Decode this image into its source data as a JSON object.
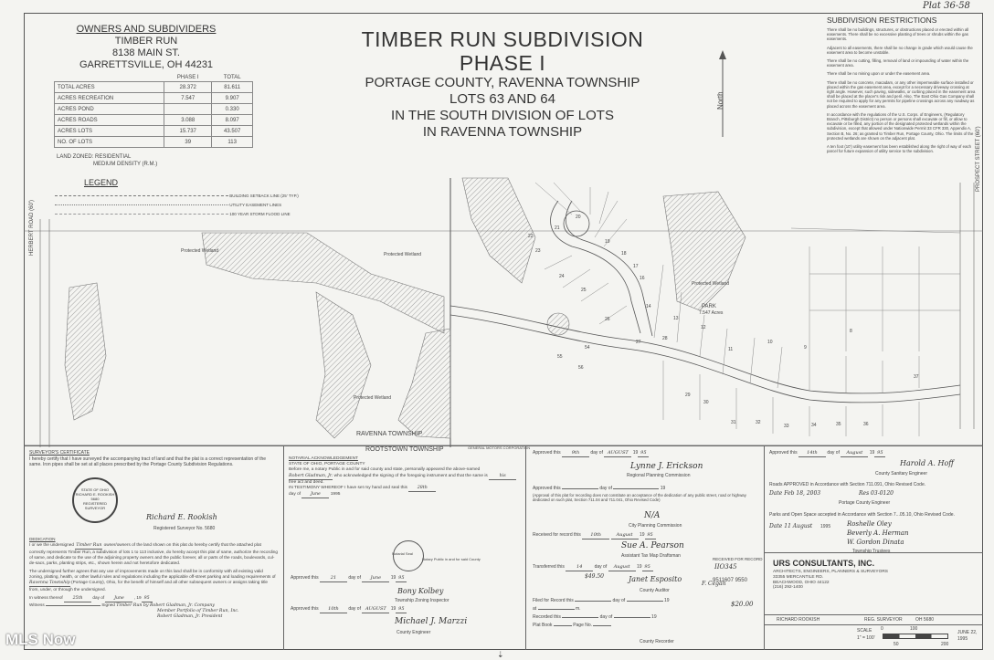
{
  "plat_number": "Plat 36-58",
  "title": {
    "line1": "TIMBER RUN SUBDIVISION",
    "line2": "PHASE I",
    "line3": "PORTAGE COUNTY,  RAVENNA TOWNSHIP",
    "line4": "LOTS 63 AND 64",
    "line5": "IN THE SOUTH DIVISION OF LOTS",
    "line6": "IN RAVENNA TOWNSHIP"
  },
  "owners": {
    "heading": "OWNERS  AND  SUBDIVIDERS",
    "name": "TIMBER RUN",
    "street": "8138 MAIN ST.",
    "city": "GARRETTSVILLE, OH 44231"
  },
  "acreage": {
    "col_phase": "PHASE I",
    "col_total": "TOTAL",
    "rows": [
      {
        "label": "TOTAL ACRES",
        "phase": "28.372",
        "total": "81.611"
      },
      {
        "label": "ACRES RECREATION",
        "phase": "7.547",
        "total": "9.907"
      },
      {
        "label": "ACRES POND",
        "phase": "",
        "total": "0.330"
      },
      {
        "label": "ACRES ROADS",
        "phase": "3.088",
        "total": "8.097"
      },
      {
        "label": "ACRES LOTS",
        "phase": "15.737",
        "total": "43.507"
      },
      {
        "label": "NO. OF LOTS",
        "phase": "39",
        "total": "113"
      }
    ],
    "zoned": "LAND ZONED:  RESIDENTIAL",
    "density": "MEDIUM DENSITY (R.M.)"
  },
  "legend": {
    "heading": "LEGEND",
    "items": [
      "BUILDING SETBACK LINE (25' TYP.)",
      "UTILITY EASEMENT LINES",
      "100 YEAR STORM FLOOD LINE"
    ]
  },
  "restrictions": {
    "heading": "SUBDIVISION  RESTRICTIONS",
    "paragraphs": [
      "There shall be no buildings, structures, or obstructions placed or erected within all easements. There shall be no excessive planting of trees or shrubs within the gas easements.",
      "Adjacent to all easements, there shall be no change in grade which would cause the easement area to become unstable.",
      "There shall be no cutting, filling, removal of land or impounding of water within the easement area.",
      "There shall be no mining upon or under the easement area.",
      "There shall be no concrete, macadam, or any other impermeable surface installed or placed within the gas easement area, except for a necessary driveway crossing at right angle. However, such paving, sidewalks, or curbing placed in the easement area shall be placed at the placer's risk and peril. Also, The East Ohio Gas Company shall not be required to apply for any permits for pipeline crossings across any roadway as placed across the easement area.",
      "In accordance with the regulations of the U.S. Corps. of Engineers, (Regulatory Branch, Pittsburgh District) no person or persons shall excavate or fill, or allow to excavate or be filled, any portion of the designated protected wetlands within the subdivision, except that allowed under Nationwide Permit 33 CFR 330, Appendix A, Section B, No. 26; as granted to Timber Run, Portage County, Ohio. The limits of the protected wetlands are shown on the adjacent plat.",
      "A ten foot (10') utility easement has been established along the right of way of each parcel for future expansion of utility service to the subdivision."
    ]
  },
  "map": {
    "park": "PARK",
    "park_acres": "7.547 Acres",
    "protected_wetland": "Protected Wetland",
    "ravenna_township": "RAVENNA  TOWNSHIP",
    "rootstown_township": "ROOTSTOWN  TOWNSHIP",
    "gm_corp": "GENERAL MOTORS CORPORATION",
    "prospect_street": "PROSPECT  STREET  (60')",
    "herbert_road": "HERBERT  ROAD  (60')",
    "north": "North",
    "lots": [
      "16",
      "17",
      "18",
      "19",
      "20",
      "21",
      "22",
      "23",
      "24",
      "25",
      "26",
      "27",
      "28",
      "29",
      "30",
      "31",
      "32",
      "33",
      "34",
      "35",
      "36",
      "37",
      "54",
      "55",
      "56",
      "14",
      "13",
      "12",
      "11",
      "10",
      "9",
      "8"
    ]
  },
  "surveyor": {
    "heading": "SURVEYOR'S  CERTIFICATE",
    "text": "I hereby certify that I have surveyed the accompanying tract of land and that the plat is a correct representation of the same. Iron pipes shall be set at all places prescribed by the Portage County Subdivision Regulations.",
    "seal_top": "STATE OF OHIO",
    "seal_name": "RICHARD E. ROOKISH",
    "seal_num": "5680",
    "seal_bottom": "REGISTERED SURVEYOR",
    "signature": "Richard E. Rookish",
    "signature_label": "Registered Surveyor No. 5680"
  },
  "dedication": {
    "heading": "DEDICATION",
    "text1": "I or we the undersigned",
    "owner_hand": "Timber Run",
    "text2": "owner/owners of the land shown on this plat do hereby certify that the attached plat correctly represents Timber Run, a subdivision of lots 1 to 113 inclusive, do hereby accept this plat of same, authorize the recording of same, and dedicate to the use of the adjoining property owners and the public forever, all or parts of the roads, boulevards, cul-de-sacs, parks, planting strips, etc., shown herein and not heretofore dedicated.",
    "text3": "The undersigned further agrees that any use of improvements made on this land shall be in conformity with all existing valid zoning, platting, health, or other lawful rules and regulations including the applicable off-street parking and loading requirements of",
    "township_hand": "Ravenna Township",
    "text4": "(Portage County), Ohio, for the benefit of himself and all other subsequent owners or assigns taking title from, under, or through the undersigned.",
    "witness_label": "In witness thereof",
    "witness_day": "25th",
    "witness_day_label": "day of",
    "witness_month": "June",
    "witness_year": "95",
    "witness": "Witness",
    "signed": "Signed",
    "sig1": "Timber Run by Robert Gladman, Jr. Company",
    "sig2": "Member Portfolio of Timber Run, Inc.",
    "sig3": "Robert Gladman, Jr.  President"
  },
  "notary": {
    "heading": "NOTARIAL  ACKNOWLEDGEMENT",
    "line1": "STATE OF OHIO, PORTAGE COUNTY",
    "line2": "Before me, a notary Public in and for said county and state, personally appeared the above-named",
    "name_hand": "Robert Gladman, Jr.",
    "line3": "who acknowledged the signing of the foregoing instrument and that the same is",
    "is_hand": "his",
    "line4": "free act and deed.",
    "line5": "IN TESTIMONY WHEREOF I have set my hand and seal this",
    "day_hand": "28th",
    "line6": "day of",
    "month_hand": "June",
    "year": "1995",
    "notary_label": "Notary Public in and for said County",
    "seal_text": "Notarial Seal"
  },
  "zoning": {
    "approved_this": "Approved this",
    "day1": "21",
    "month1": "June",
    "year1": "95",
    "sig1": "Bony Kolbey",
    "label1": "Township Zoning Inspector",
    "day2": "10th",
    "month2": "AUGUST",
    "year2": "95",
    "sig2": "Michael J. Marzzi",
    "label2": "County Engineer",
    "day_of": "day of",
    "nineteen": "19"
  },
  "regional": {
    "approved_this": "Approved this",
    "day": "9th",
    "month": "AUGUST",
    "year": "95",
    "sig": "Lynne J. Erickson",
    "label": "Regional Planning Commission",
    "approved_this2": "Approved this",
    "day_of": "day of",
    "nineteen": "19",
    "approval_note": "(Approval of this plat for recording does not constitute an acceptance of the dedication of any public street, road or highway dedicated on such plat, Section 711.04 and 711.041, Ohio Revised Code)",
    "na": "N/A",
    "city_label": "City Planning Commission",
    "received": "Received for record this",
    "received_day": "10th",
    "received_month": "August",
    "received_year": "95",
    "tax_sig": "Sue A. Pearson",
    "tax_label": "Assistant Tax Map Draftsman",
    "transferred": "Transferred this",
    "transferred_day": "14",
    "transferred_month": "August",
    "transferred_year": "95",
    "fee": "$20.00",
    "fee2": "$49.50",
    "auditor_sig": "Janet Esposito",
    "auditor_initials": "F. Cegan",
    "auditor_label": "County Auditor",
    "filed": "Filed for Record this",
    "at": "at",
    "m": "m.",
    "recorded": "Recorded this",
    "plat_book": "Plat Book",
    "page_no": "Page No.",
    "recorder_label": "County Recorder"
  },
  "sanitary": {
    "approved_this": "Approved this",
    "day": "14th",
    "month": "August",
    "year": "95",
    "sig": "Harold A. Hoff",
    "label": "County Sanitary Engineer",
    "roads_text": "Roads APPROVED in Accordance with Section 711.091, Ohio Revised Code.",
    "roads_date": "Date Feb 18, 2003",
    "roads_res": "Res 03-0120",
    "roads_label": "Portage County Engineer",
    "parks_text": "Parks and Open Space accepted in Accordance with Section 7...05.10, Ohio Revised Code.",
    "parks_date": "Date 11 August",
    "parks_year": "1995",
    "trustee1": "Roshelle Oley",
    "trustee2": "Beverly A. Herman",
    "trustee3": "W. Gordon Dinata",
    "trustees_label": "Township Trustees"
  },
  "stamps": {
    "recorded_stamp": "RECEIVED FOR RECORD",
    "number1": "IIO345",
    "number2": "9511607 9550",
    "fee": "$20.00"
  },
  "urs": {
    "name": "URS CONSULTANTS, INC.",
    "line1": "ARCHITECTS, ENGINEERS, PLANNERS & SURVEYORS",
    "line2": "33355 MERCANTILE RD.",
    "line3": "BEACHWOOD, OHIO 44122",
    "line4": "(216) 292-1400",
    "surveyor": "RICHARD ROOKISH",
    "reg": "REG. SURVEYOR",
    "reg_no": "OH 5680",
    "scale_label": "SCALE",
    "scale": "1\" = 100'",
    "scale_0": "0",
    "scale_100": "100",
    "scale_50": "50",
    "scale_200": "200",
    "date": "JUNE 22, 1995"
  },
  "watermark": "MLS Now"
}
